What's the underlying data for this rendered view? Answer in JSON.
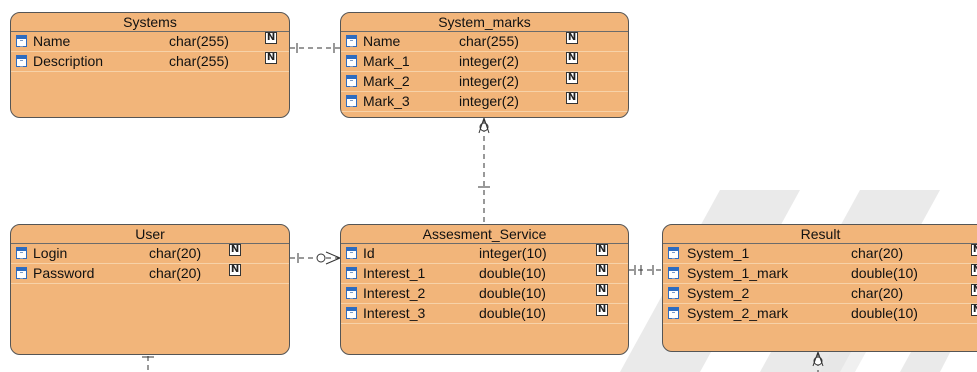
{
  "entities": {
    "systems": {
      "title": "Systems",
      "fields": [
        {
          "name": "Name",
          "type": "char(255)",
          "flag": "N"
        },
        {
          "name": "Description",
          "type": "char(255)",
          "flag": "N"
        }
      ]
    },
    "system_marks": {
      "title": "System_marks",
      "fields": [
        {
          "name": "Name",
          "type": "char(255)",
          "flag": "N"
        },
        {
          "name": "Mark_1",
          "type": "integer(2)",
          "flag": "N"
        },
        {
          "name": "Mark_2",
          "type": "integer(2)",
          "flag": "N"
        },
        {
          "name": "Mark_3",
          "type": "integer(2)",
          "flag": "N"
        }
      ]
    },
    "user": {
      "title": "User",
      "fields": [
        {
          "name": "Login",
          "type": "char(20)",
          "flag": "N"
        },
        {
          "name": "Password",
          "type": "char(20)",
          "flag": "N"
        }
      ]
    },
    "assesment_service": {
      "title": "Assesment_Service",
      "fields": [
        {
          "name": "Id",
          "type": "integer(10)",
          "flag": "N"
        },
        {
          "name": "Interest_1",
          "type": "double(10)",
          "flag": "N"
        },
        {
          "name": "Interest_2",
          "type": "double(10)",
          "flag": "N"
        },
        {
          "name": "Interest_3",
          "type": "double(10)",
          "flag": "N"
        }
      ]
    },
    "result": {
      "title": "Result",
      "fields": [
        {
          "name": "System_1",
          "type": "char(20)",
          "flag": "N"
        },
        {
          "name": "System_1_mark",
          "type": "double(10)",
          "flag": "N"
        },
        {
          "name": "System_2",
          "type": "char(20)",
          "flag": "N"
        },
        {
          "name": "System_2_mark",
          "type": "double(10)",
          "flag": "N"
        }
      ]
    }
  },
  "colors": {
    "entity_fill": "#f2b57a",
    "entity_border": "#555555",
    "row_separator": "#f7d2a8",
    "field_icon": "#2e6cc0",
    "connector": "#333333",
    "watermark": "#d0d0d0"
  },
  "icons": {
    "field": "table-column-icon",
    "nullable": "nullable-n-badge"
  }
}
